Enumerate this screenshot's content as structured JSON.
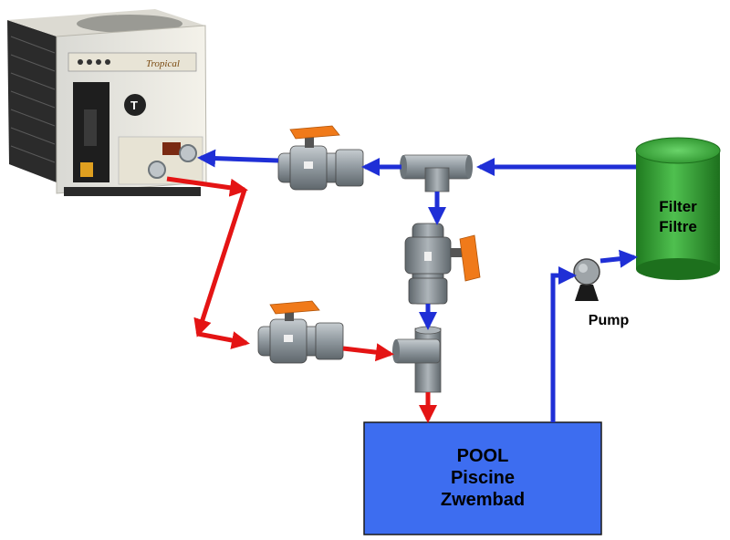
{
  "heat_pump": {
    "brand": "Tropical"
  },
  "filter": {
    "line1": "Filter",
    "line2": "Filtre"
  },
  "pump": {
    "label": "Pump"
  },
  "pool": {
    "line1": "POOL",
    "line2": "Piscine",
    "line3": "Zwembad"
  },
  "colors": {
    "supply_pipe": "#1f2fd6",
    "return_pipe": "#e41414",
    "filter_body": "#2e9e2e",
    "pool_body": "#3d6df0",
    "valve_handle": "#f07a1a",
    "fitting": "#8a9399"
  }
}
